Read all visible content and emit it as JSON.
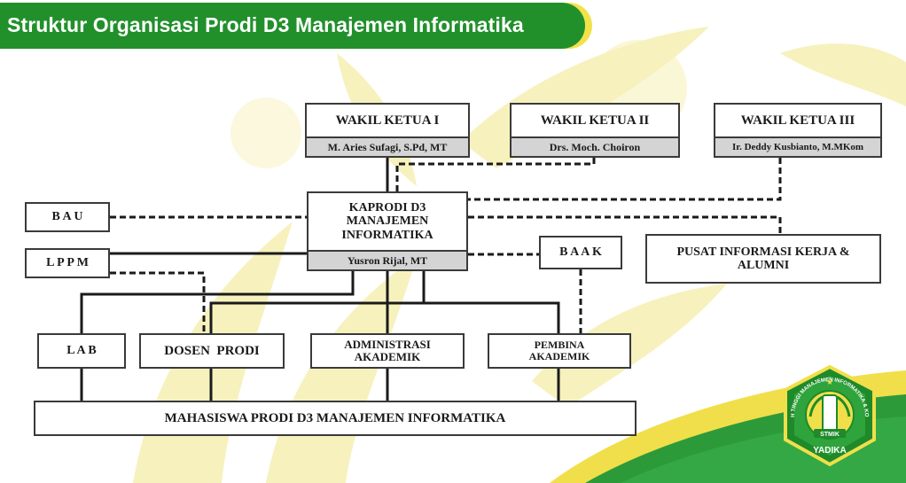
{
  "title": "Struktur Organisasi Prodi D3 Manajemen Informatika",
  "colors": {
    "title_bg": "#21902b",
    "title_accent": "#f2e24a",
    "background_pattern": "#f7f1bd",
    "swoosh_green": "#2d9a3a",
    "swoosh_yellow": "#f0df4a",
    "box_border": "#3a3a3a",
    "subtitle_bg": "#d4d4d4"
  },
  "nodes": {
    "wakil1": {
      "label": "WAKIL KETUA I",
      "name": "M. Aries Sufagi, S.Pd, MT"
    },
    "wakil2": {
      "label": "WAKIL KETUA II",
      "name": "Drs. Moch. Choiron"
    },
    "wakil3": {
      "label": "WAKIL KETUA III",
      "name": "Ir. Deddy Kusbianto, M.MKom"
    },
    "kaprodi": {
      "label": "KAPRODI D3 MANAJEMEN INFORMATIKA",
      "name": "Yusron Rijal, MT"
    },
    "bau": {
      "label": "B A U"
    },
    "lppm": {
      "label": "L P P M"
    },
    "baak": {
      "label": "B A A K"
    },
    "pusat": {
      "label": "PUSAT INFORMASI KERJA & ALUMNI"
    },
    "lab": {
      "label": "L A B"
    },
    "dosen": {
      "label": "DOSEN  PRODI"
    },
    "administrasi": {
      "label": "ADMINISTRASI AKADEMIK"
    },
    "pembina": {
      "label": "PEMBINA AKADEMIK"
    },
    "mahasiswa": {
      "label": "MAHASISWA PRODI D3 MANAJEMEN INFORMATIKA"
    }
  },
  "logo": {
    "top_text": "SEKOLAH TINGGI MANAJEMEN INFORMATIKA & KOMPUTER",
    "badge": "STMIK",
    "bottom_text": "YADIKA"
  }
}
